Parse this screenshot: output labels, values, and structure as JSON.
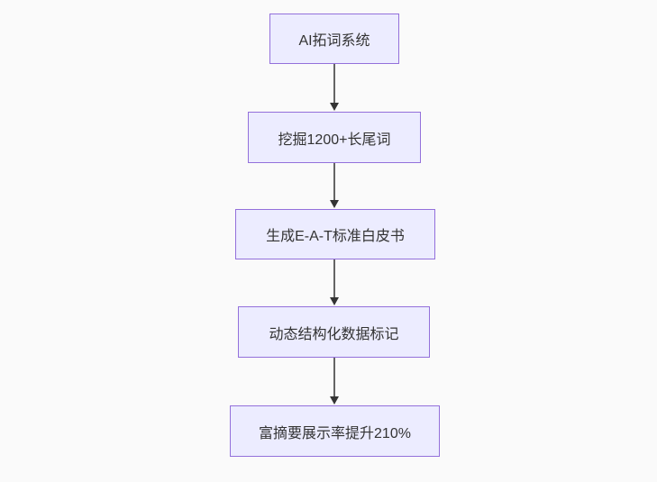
{
  "diagram": {
    "type": "flowchart",
    "direction": "top-down",
    "nodes": [
      {
        "id": "n1",
        "label": "AI拓词系统"
      },
      {
        "id": "n2",
        "label": "挖掘1200+长尾词"
      },
      {
        "id": "n3",
        "label": "生成E-A-T标准白皮书"
      },
      {
        "id": "n4",
        "label": "动态结构化数据标记"
      },
      {
        "id": "n5",
        "label": "富摘要展示率提升210%"
      }
    ],
    "edges": [
      {
        "from": "n1",
        "to": "n2"
      },
      {
        "from": "n2",
        "to": "n3"
      },
      {
        "from": "n3",
        "to": "n4"
      },
      {
        "from": "n4",
        "to": "n5"
      }
    ],
    "colors": {
      "node_fill": "#ECECFF",
      "node_border": "#9370DB",
      "arrow": "#333333",
      "text": "#333333",
      "background": "#FAFAFA"
    }
  }
}
